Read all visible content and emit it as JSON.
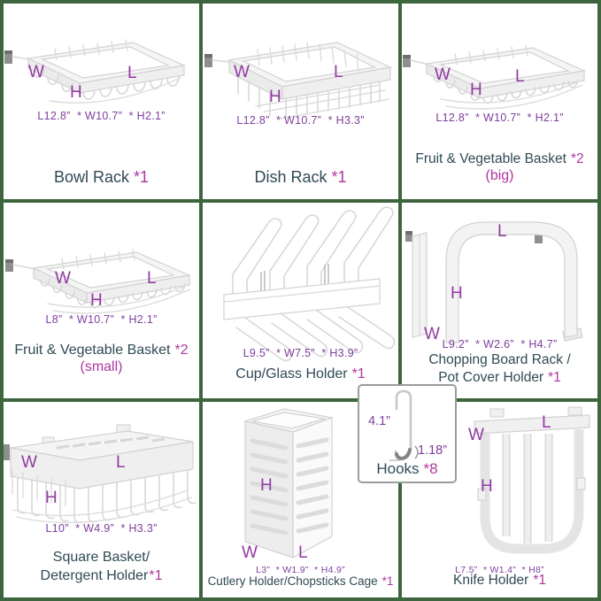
{
  "colors": {
    "grid_green": "#3e663e",
    "title_dark": "#2f4a54",
    "purple": "#7e3f9d",
    "magenta": "#ad37a0",
    "letter_purple": "#9339a3"
  },
  "letters": {
    "w": "W",
    "l": "L",
    "h": "H"
  },
  "cells": [
    {
      "name": "Bowl Rack",
      "count": "*1",
      "dims": "L12.8”  * W10.7”  * H2.1”"
    },
    {
      "name": "Dish Rack",
      "count": "*1",
      "dims": "L12.8”  * W10.7”  * H3.3”"
    },
    {
      "name": "Fruit & Vegetable Basket",
      "count": "*2",
      "subtitle": "(big)",
      "dims": "L12.8”  * W10.7”  * H2.1”"
    },
    {
      "name": "Fruit & Vegetable Basket",
      "count": "*2",
      "subtitle": "(small)",
      "dims": "L8”  * W10.7”  * H2.1”"
    },
    {
      "name": "Cup/Glass Holder",
      "count": "*1",
      "dims": "L9.5”  * W7.5”  * H3.9”"
    },
    {
      "name": "Chopping Board Rack /",
      "name2": "Pot Cover Holder",
      "count": "*1",
      "dims": "L9.2”  * W2.6”  * H4.7”"
    },
    {
      "name": "Square Basket/",
      "name2": "Detergent Holder",
      "count": "*1",
      "dims": "L10”  * W4.9”  * H3.3”"
    },
    {
      "name": "Cutlery Holder/Chopsticks Cage",
      "count": "*1",
      "dims": "L3”  * W1.9”  * H4.9”"
    },
    {
      "name": "Knife Holder",
      "count": "*1",
      "dims": "L7.5”  * W1.4”  * H8”"
    }
  ],
  "hooks": {
    "name": "Hooks",
    "count": "*8",
    "len_label": "4.1”",
    "width_label": "1.18”"
  }
}
